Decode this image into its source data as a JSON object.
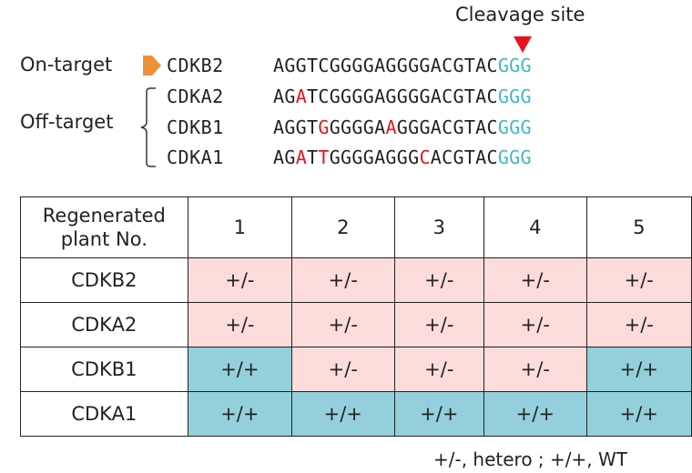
{
  "cleavage_label": "Cleavage site",
  "on_target_label": "On-target",
  "off_target_label": "Off-target",
  "colors": {
    "mismatch": "#e8141c",
    "pam": "#3fb8c6",
    "hetero_fill": "#fbdcdb",
    "wt_fill": "#93d0dc",
    "arrow": "#f0913a"
  },
  "sequences": [
    {
      "gene": "CDKB2",
      "segments": [
        {
          "t": "AGGTCGGGGAGGGGACGTAC",
          "c": ""
        },
        {
          "t": "GGG",
          "c": "pam"
        }
      ]
    },
    {
      "gene": "CDKA2",
      "segments": [
        {
          "t": "AG",
          "c": ""
        },
        {
          "t": "A",
          "c": "mm"
        },
        {
          "t": "TCGGGGAGGGGACGTAC",
          "c": ""
        },
        {
          "t": "GGG",
          "c": "pam"
        }
      ]
    },
    {
      "gene": "CDKB1",
      "segments": [
        {
          "t": "AGGT",
          "c": ""
        },
        {
          "t": "G",
          "c": "mm"
        },
        {
          "t": "GGGGA",
          "c": ""
        },
        {
          "t": "A",
          "c": "mm"
        },
        {
          "t": "GGGACGTAC",
          "c": ""
        },
        {
          "t": "GGG",
          "c": "pam"
        }
      ]
    },
    {
      "gene": "CDKA1",
      "segments": [
        {
          "t": "AG",
          "c": ""
        },
        {
          "t": "A",
          "c": "mm"
        },
        {
          "t": "T",
          "c": ""
        },
        {
          "t": "T",
          "c": "mm"
        },
        {
          "t": "GGGGAGGG",
          "c": ""
        },
        {
          "t": "C",
          "c": "mm"
        },
        {
          "t": "ACGTAC",
          "c": ""
        },
        {
          "t": "GGG",
          "c": "pam"
        }
      ]
    }
  ],
  "table": {
    "header_line1": "Regenerated",
    "header_line2": "plant No.",
    "plants": [
      "1",
      "2",
      "3",
      "4",
      "5"
    ],
    "rows": [
      {
        "gene": "CDKB2",
        "cells": [
          {
            "v": "+/-",
            "k": "hetero"
          },
          {
            "v": "+/-",
            "k": "hetero"
          },
          {
            "v": "+/-",
            "k": "hetero"
          },
          {
            "v": "+/-",
            "k": "hetero"
          },
          {
            "v": "+/-",
            "k": "hetero"
          }
        ]
      },
      {
        "gene": "CDKA2",
        "cells": [
          {
            "v": "+/-",
            "k": "hetero"
          },
          {
            "v": "+/-",
            "k": "hetero"
          },
          {
            "v": "+/-",
            "k": "hetero"
          },
          {
            "v": "+/-",
            "k": "hetero"
          },
          {
            "v": "+/-",
            "k": "hetero"
          }
        ]
      },
      {
        "gene": "CDKB1",
        "cells": [
          {
            "v": "+/+",
            "k": "wt"
          },
          {
            "v": "+/-",
            "k": "hetero"
          },
          {
            "v": "+/-",
            "k": "hetero"
          },
          {
            "v": "+/-",
            "k": "hetero"
          },
          {
            "v": "+/+",
            "k": "wt"
          }
        ]
      },
      {
        "gene": "CDKA1",
        "cells": [
          {
            "v": "+/+",
            "k": "wt"
          },
          {
            "v": "+/+",
            "k": "wt"
          },
          {
            "v": "+/+",
            "k": "wt"
          },
          {
            "v": "+/+",
            "k": "wt"
          },
          {
            "v": "+/+",
            "k": "wt"
          }
        ]
      }
    ]
  },
  "legend": "+/-, hetero ; +/+, WT"
}
